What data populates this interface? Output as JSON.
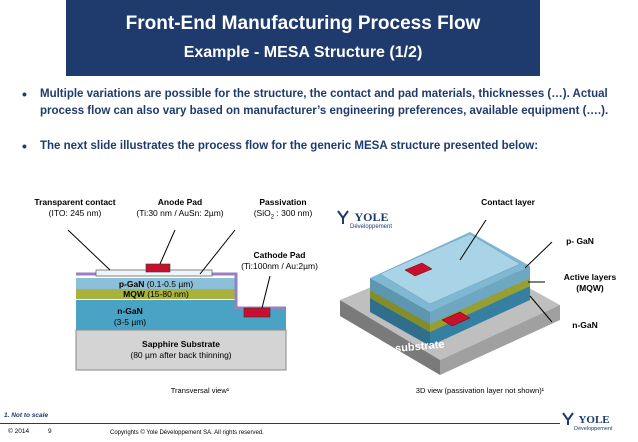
{
  "header": {
    "title": "Front-End Manufacturing Process Flow",
    "subtitle": "Example - MESA Structure (1/2)"
  },
  "bullets": [
    "Multiple variations are possible for the structure, the contact and pad materials, thicknesses (…). Actual process flow can also vary based on manufacturer’s engineering preferences, available equipment (….).",
    "The next slide illustrates the process flow for the generic MESA structure presented below:"
  ],
  "left_diagram": {
    "transparent_contact": {
      "name": "Transparent contact",
      "detail": "(ITO: 245 nm)"
    },
    "anode_pad": {
      "name": "Anode Pad",
      "detail": "(Ti:30 nm / AuSn: 2µm)"
    },
    "passivation": {
      "name": "Passivation",
      "detail_prefix": "(SiO",
      "detail_sub": "2",
      "detail_suffix": " : 300 nm)"
    },
    "cathode_pad": {
      "name": "Cathode Pad",
      "detail": "(Ti:100nm / Au:2µm)"
    },
    "p_gan": {
      "name": "p-GaN",
      "detail": " (0.1-0.5 µm)"
    },
    "mqw": {
      "name": "MQW",
      "detail": " (15-80 nm)"
    },
    "n_gan": {
      "name": "n-GaN",
      "detail": "(3-5 µm)"
    },
    "sapphire": {
      "name": "Sapphire Substrate",
      "detail": "(80 µm after back thinning)"
    },
    "caption": "Transversal view¹"
  },
  "right_diagram": {
    "contact_layer": "Contact layer",
    "p_gan": "p- GaN",
    "active_layers": "Active layers",
    "active_layers_detail": "(MQW)",
    "n_gan": "n-GaN",
    "sapphire": "Sapphire substrate",
    "caption": "3D view (passivation layer not shown)¹"
  },
  "logo": {
    "text": "YOLE",
    "sub": "Développement"
  },
  "footer": {
    "note": "1. Not to scale",
    "year": "© 2014",
    "page": "9",
    "copyright": "Copyrights © Yole Développement SA. All rights reserved."
  },
  "colors": {
    "title_bg": "#1f3b6d",
    "n_gan": "#4aa3c4",
    "p_gan": "#8cc0d8",
    "mqw": "#a9b23b",
    "pad": "#c8102e",
    "sapphire": "#cfcfcf"
  }
}
